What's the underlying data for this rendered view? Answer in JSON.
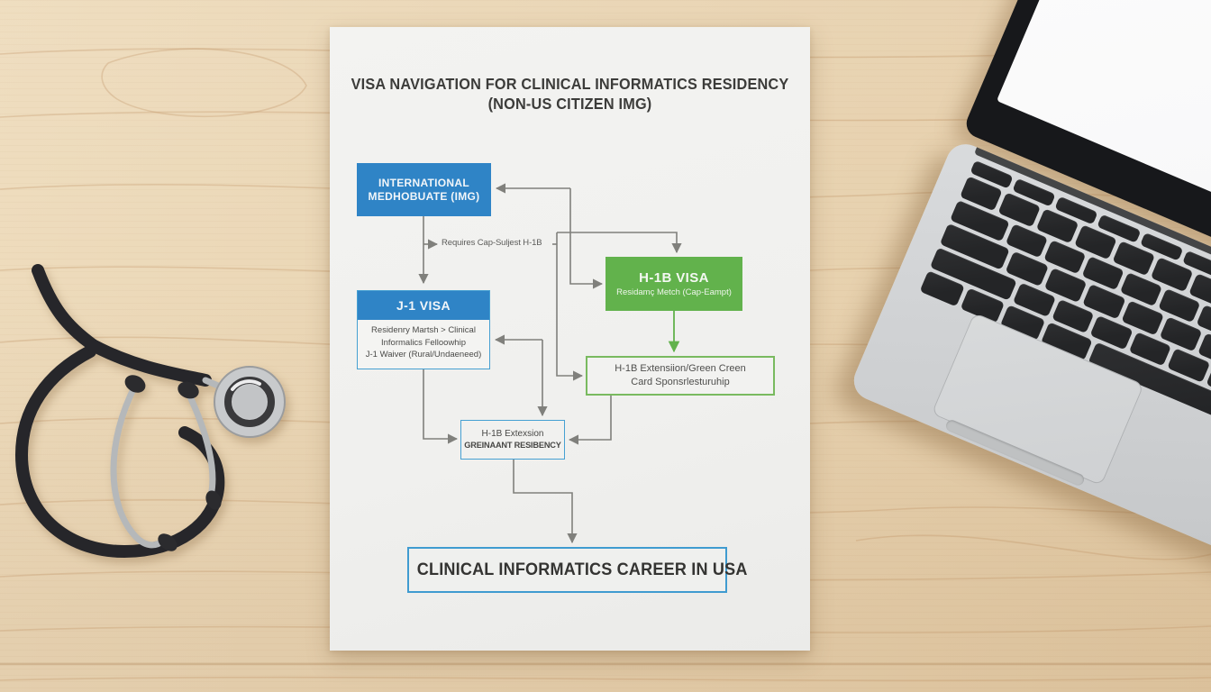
{
  "paper": {
    "title": {
      "line1": "VISA NAVIGATION FOR CLINICAL INFORMATICS RESIDENCY",
      "line2": "(NON-US CITIZEN IMG)"
    },
    "flowchart": {
      "img_box": {
        "line1": "INTERNATIONAL",
        "line2": "MEDHOBUATE (IMG)"
      },
      "edge_label": "Requires Cap-Suljest H-1B",
      "j1_box": {
        "header": "J-1 VISA",
        "line1": "Residenry Martsh > Clinical",
        "line2": "Informalics Felloowhip",
        "line3": "J-1 Waiver (Rural/Undaeneed)"
      },
      "h1b_box": {
        "header": "H-1B VISA",
        "subtitle": "Residamç Metch (Cap-Eampt)"
      },
      "green_card_box": {
        "line1": "H-1B Extensiion/Green Creen",
        "line2": "Card Sponsrlesturuhip"
      },
      "extension_box": {
        "line1": "H-1B Extexsion",
        "line2": "GREINAANT RESIBENCY"
      },
      "career_box": {
        "label": "CLINICAL INFORMATICS CAREER IN USA"
      }
    }
  },
  "colors": {
    "box_blue": "#2f84c6",
    "box_green": "#62b24c",
    "green_border": "#79ba5f",
    "blue_border": "#46a0d2",
    "connector_gray": "#80807c",
    "paper": "#f1f1ef",
    "wood": "#ead6b5"
  }
}
